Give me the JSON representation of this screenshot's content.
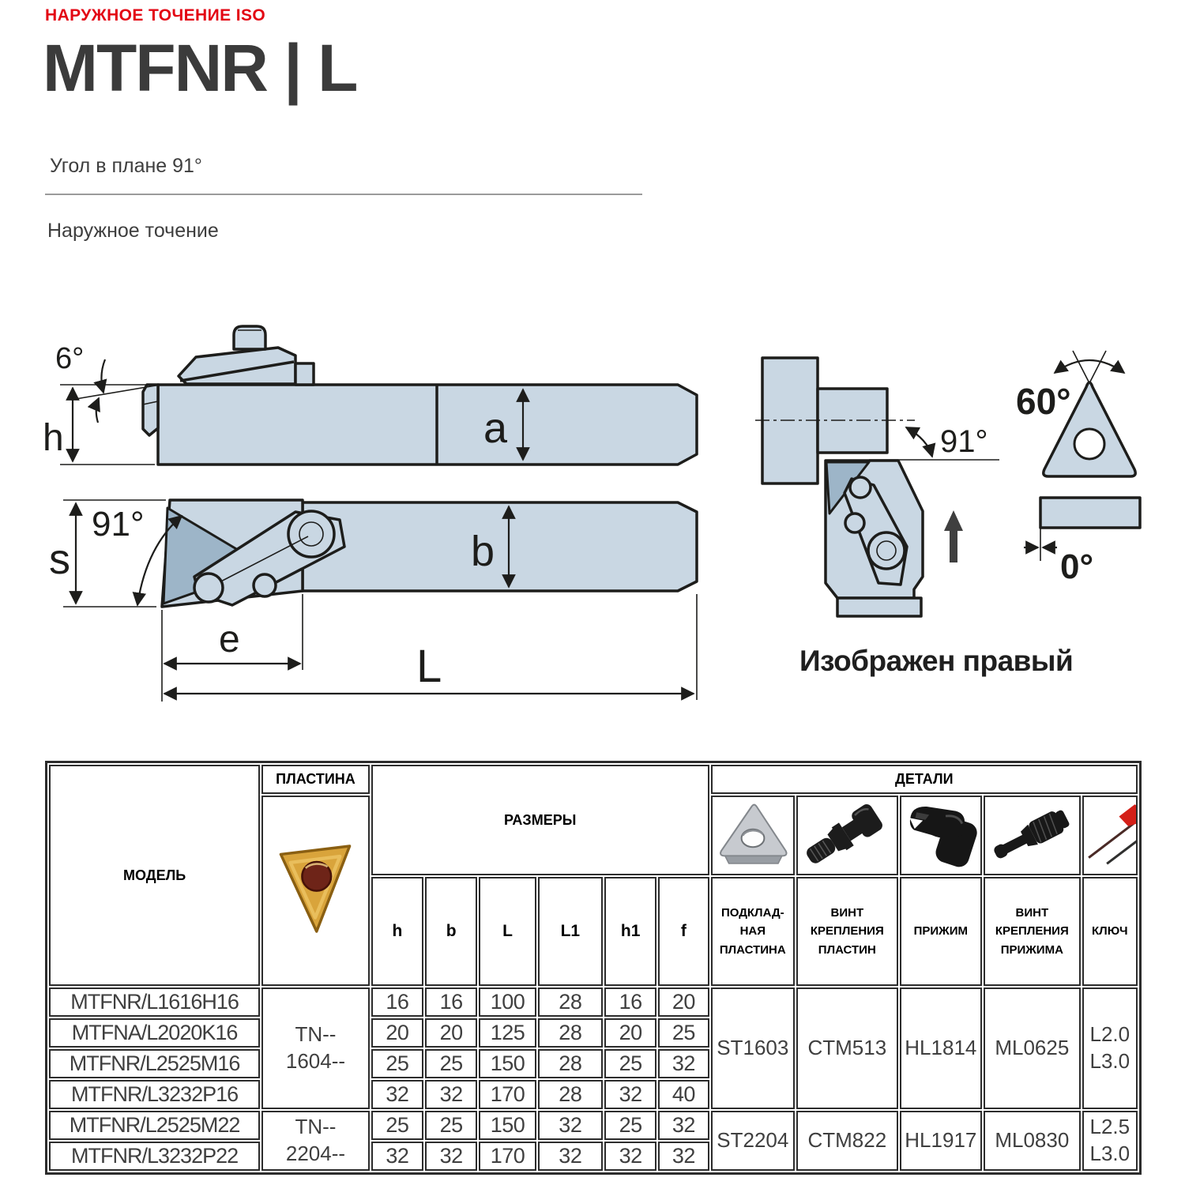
{
  "page": {
    "category_label": "НАРУЖНОЕ ТОЧЕНИЕ ISO",
    "title": "MTFNR | L",
    "subtitle_angle": "Угол в плане 91°",
    "subtitle_operation": "Наружное точение",
    "drawing_caption": "Изображен правый",
    "colors": {
      "accent_red": "#e30613",
      "title_gray": "#3b3b3b",
      "drawing_fill": "#c9d7e3",
      "drawing_fill_dark": "#9db5c8",
      "line_color": "#1d1d1b",
      "table_border": "#2d2d2d"
    }
  },
  "drawing": {
    "side": {
      "rake_angle_label": "6°",
      "height_label": "h",
      "shank_height_label": "a"
    },
    "top": {
      "lead_angle_label": "91°",
      "thickness_label": "s",
      "width_label": "b",
      "head_length_label": "e",
      "length_label": "L"
    },
    "detail": {
      "lead_angle_label": "91°",
      "insert_angle_label": "60°",
      "clearance_angle_label": "0°"
    }
  },
  "table": {
    "headers": {
      "model": "МОДЕЛЬ",
      "insert": "ПЛАСТИНА",
      "dimensions": "РАЗМЕРЫ",
      "details": "ДЕТАЛИ",
      "dim_cols": [
        "h",
        "b",
        "L",
        "L1",
        "h1",
        "f"
      ],
      "detail_cols": [
        "ПОДКЛАД-НАЯ ПЛАСТИНА",
        "ВИНТ КРЕПЛЕНИЯ ПЛАСТИН",
        "ПРИЖИМ",
        "ВИНТ КРЕПЛЕНИЯ ПРИЖИМА",
        "КЛЮЧ"
      ]
    },
    "rows": [
      {
        "model": "MTFNR/L1616H16",
        "dims": [
          "16",
          "16",
          "100",
          "28",
          "16",
          "20"
        ]
      },
      {
        "model": "MTFNA/L2020K16",
        "dims": [
          "20",
          "20",
          "125",
          "28",
          "20",
          "25"
        ]
      },
      {
        "model": "MTFNR/L2525M16",
        "dims": [
          "25",
          "25",
          "150",
          "28",
          "25",
          "32"
        ]
      },
      {
        "model": "MTFNR/L3232P16",
        "dims": [
          "32",
          "32",
          "170",
          "28",
          "32",
          "40"
        ]
      },
      {
        "model": "MTFNR/L2525M22",
        "dims": [
          "25",
          "25",
          "150",
          "32",
          "25",
          "32"
        ]
      },
      {
        "model": "MTFNR/L3232P22",
        "dims": [
          "32",
          "32",
          "170",
          "32",
          "32",
          "32"
        ]
      }
    ],
    "groups": [
      {
        "insert_line1": "TN--",
        "insert_line2": "1604--",
        "shim": "ST1603",
        "insert_screw": "CTM513",
        "clamp": "HL1814",
        "clamp_screw": "ML0625",
        "key_line1": "L2.0",
        "key_line2": "L3.0"
      },
      {
        "insert_line1": "TN--",
        "insert_line2": "2204--",
        "shim": "ST2204",
        "insert_screw": "CTM822",
        "clamp": "HL1917",
        "clamp_screw": "ML0830",
        "key_line1": "L2.5",
        "key_line2": "L3.0"
      }
    ]
  }
}
